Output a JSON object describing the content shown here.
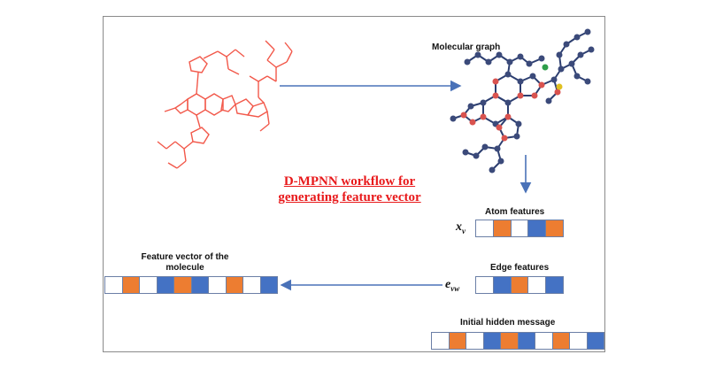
{
  "title_line1": "D-MPNN workflow for",
  "title_line2": "generating feature vector",
  "molecular_graph_label": "Molecular graph",
  "atom_features_label": "Atom features",
  "atom_var": "x",
  "atom_var_sub": "v",
  "edge_features_label": "Edge features",
  "edge_var": "e",
  "edge_var_sub": "vw",
  "hidden_message_label": "Initial hidden message",
  "output_label_line1": "Feature vector of the",
  "output_label_line2": "molecule",
  "colors": {
    "orange": "#ed7d31",
    "blue": "#4472c4",
    "white": "#ffffff",
    "red_structure": "#f2584a",
    "arrow": "#4a72b8"
  },
  "atom_vector": [
    "white",
    "orange",
    "white",
    "blue",
    "orange"
  ],
  "edge_vector": [
    "white",
    "blue",
    "orange",
    "white",
    "blue"
  ],
  "hidden_vector": [
    "white",
    "orange",
    "white",
    "blue",
    "orange",
    "blue",
    "white",
    "orange",
    "white",
    "blue"
  ],
  "output_vector": [
    "white",
    "orange",
    "white",
    "blue",
    "orange",
    "blue",
    "white",
    "orange",
    "white",
    "blue"
  ]
}
